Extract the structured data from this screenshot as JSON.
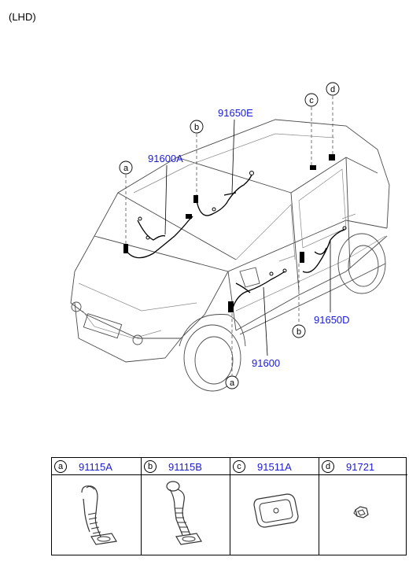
{
  "variant_label": "(LHD)",
  "callouts": {
    "a": "a",
    "b": "b",
    "c": "c",
    "d": "d"
  },
  "part_labels": {
    "p91650E": "91650E",
    "p91600A": "91600A",
    "p91600": "91600",
    "p91650D": "91650D"
  },
  "legend": [
    {
      "letter": "a",
      "part_no": "91115A",
      "icon": "grommet-a-icon"
    },
    {
      "letter": "b",
      "part_no": "91115B",
      "icon": "grommet-b-icon"
    },
    {
      "letter": "c",
      "part_no": "91511A",
      "icon": "rectangular-grommet-icon"
    },
    {
      "letter": "d",
      "part_no": "91721",
      "icon": "clip-icon"
    }
  ]
}
